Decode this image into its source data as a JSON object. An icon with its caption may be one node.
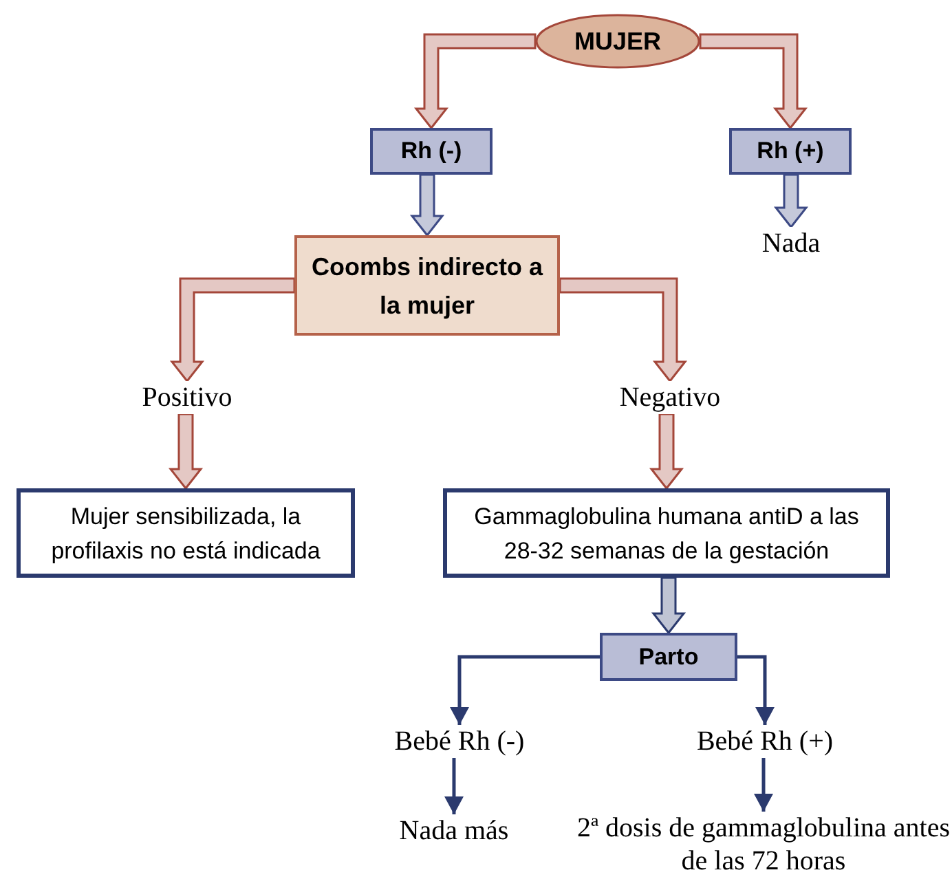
{
  "diagram": {
    "nodes": [
      {
        "text": [
          "MUJER"
        ]
      },
      {
        "text": [
          "Rh (-)"
        ]
      },
      {
        "text": [
          "Rh (+)"
        ]
      },
      {
        "text": [
          "Nada"
        ]
      },
      {
        "text": [
          "Coombs indirecto a la mujer"
        ]
      },
      {
        "text": [
          "Positivo"
        ]
      },
      {
        "text": [
          "Negativo"
        ]
      },
      {
        "text": [
          "Mujer sensibilizada, la profilaxis no está indicada"
        ]
      },
      {
        "text": [
          "Gammaglobulina humana antiD a las 28-32 semanas de la gestación"
        ]
      },
      {
        "text": [
          "Parto"
        ]
      },
      {
        "text": [
          "Bebé Rh (-)"
        ]
      },
      {
        "text": [
          "Bebé Rh (+)"
        ]
      },
      {
        "text": [
          "Nada más"
        ]
      },
      {
        "text": [
          "2ª dosis de gammaglobulina antes de las 72 horas"
        ]
      }
    ],
    "edges": [
      {
        "from": 0,
        "to": 1,
        "arrow": "to",
        "style": "thick",
        "color": "#a4473a"
      },
      {
        "from": 0,
        "to": 2,
        "arrow": "to",
        "style": "thick",
        "color": "#a4473a"
      },
      {
        "from": 1,
        "to": 4,
        "arrow": "to",
        "style": "thick",
        "color": "#3d4a85"
      },
      {
        "from": 2,
        "to": 3,
        "arrow": "to",
        "style": "thick",
        "color": "#3d4a85"
      },
      {
        "from": 4,
        "to": 5,
        "arrow": "to",
        "style": "thick",
        "color": "#a4473a"
      },
      {
        "from": 4,
        "to": 6,
        "arrow": "to",
        "style": "thick",
        "color": "#a4473a"
      },
      {
        "from": 5,
        "to": 7,
        "arrow": "to",
        "style": "thick",
        "color": "#a4473a"
      },
      {
        "from": 6,
        "to": 8,
        "arrow": "to",
        "style": "thick",
        "color": "#a4473a"
      },
      {
        "from": 8,
        "to": 9,
        "arrow": "to",
        "style": "thick",
        "color": "#2b3a6e"
      },
      {
        "from": 9,
        "to": 10,
        "arrow": "to",
        "color": "#2b3a6e"
      },
      {
        "from": 9,
        "to": 11,
        "arrow": "to",
        "color": "#2b3a6e"
      },
      {
        "from": 10,
        "to": 12,
        "arrow": "to",
        "color": "#2b3a6e"
      },
      {
        "from": 11,
        "to": 13,
        "arrow": "to",
        "color": "#2b3a6e"
      }
    ]
  }
}
